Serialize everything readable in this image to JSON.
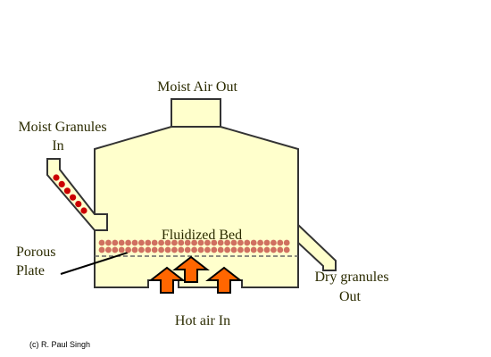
{
  "labels": {
    "moist_air_out": "Moist Air Out",
    "moist_granules_line1": "Moist Granules",
    "moist_granules_line2": "In",
    "fluidized_bed": "Fluidized Bed",
    "porous_plate_line1": "Porous",
    "porous_plate_line2": "Plate",
    "dry_granules_line1": "Dry granules",
    "dry_granules_line2": "Out",
    "hot_air_in": "Hot air In",
    "credit": "(c) R. Paul Singh"
  },
  "colors": {
    "vessel_fill": "#ffffcc",
    "outline": "#333333",
    "granule": "#d07060",
    "granule_inlet": "#cc0000",
    "arrow_fill": "#ff6600",
    "text": "#2b2b00"
  },
  "icons": {
    "air_arrow": "up-arrow-icon"
  }
}
